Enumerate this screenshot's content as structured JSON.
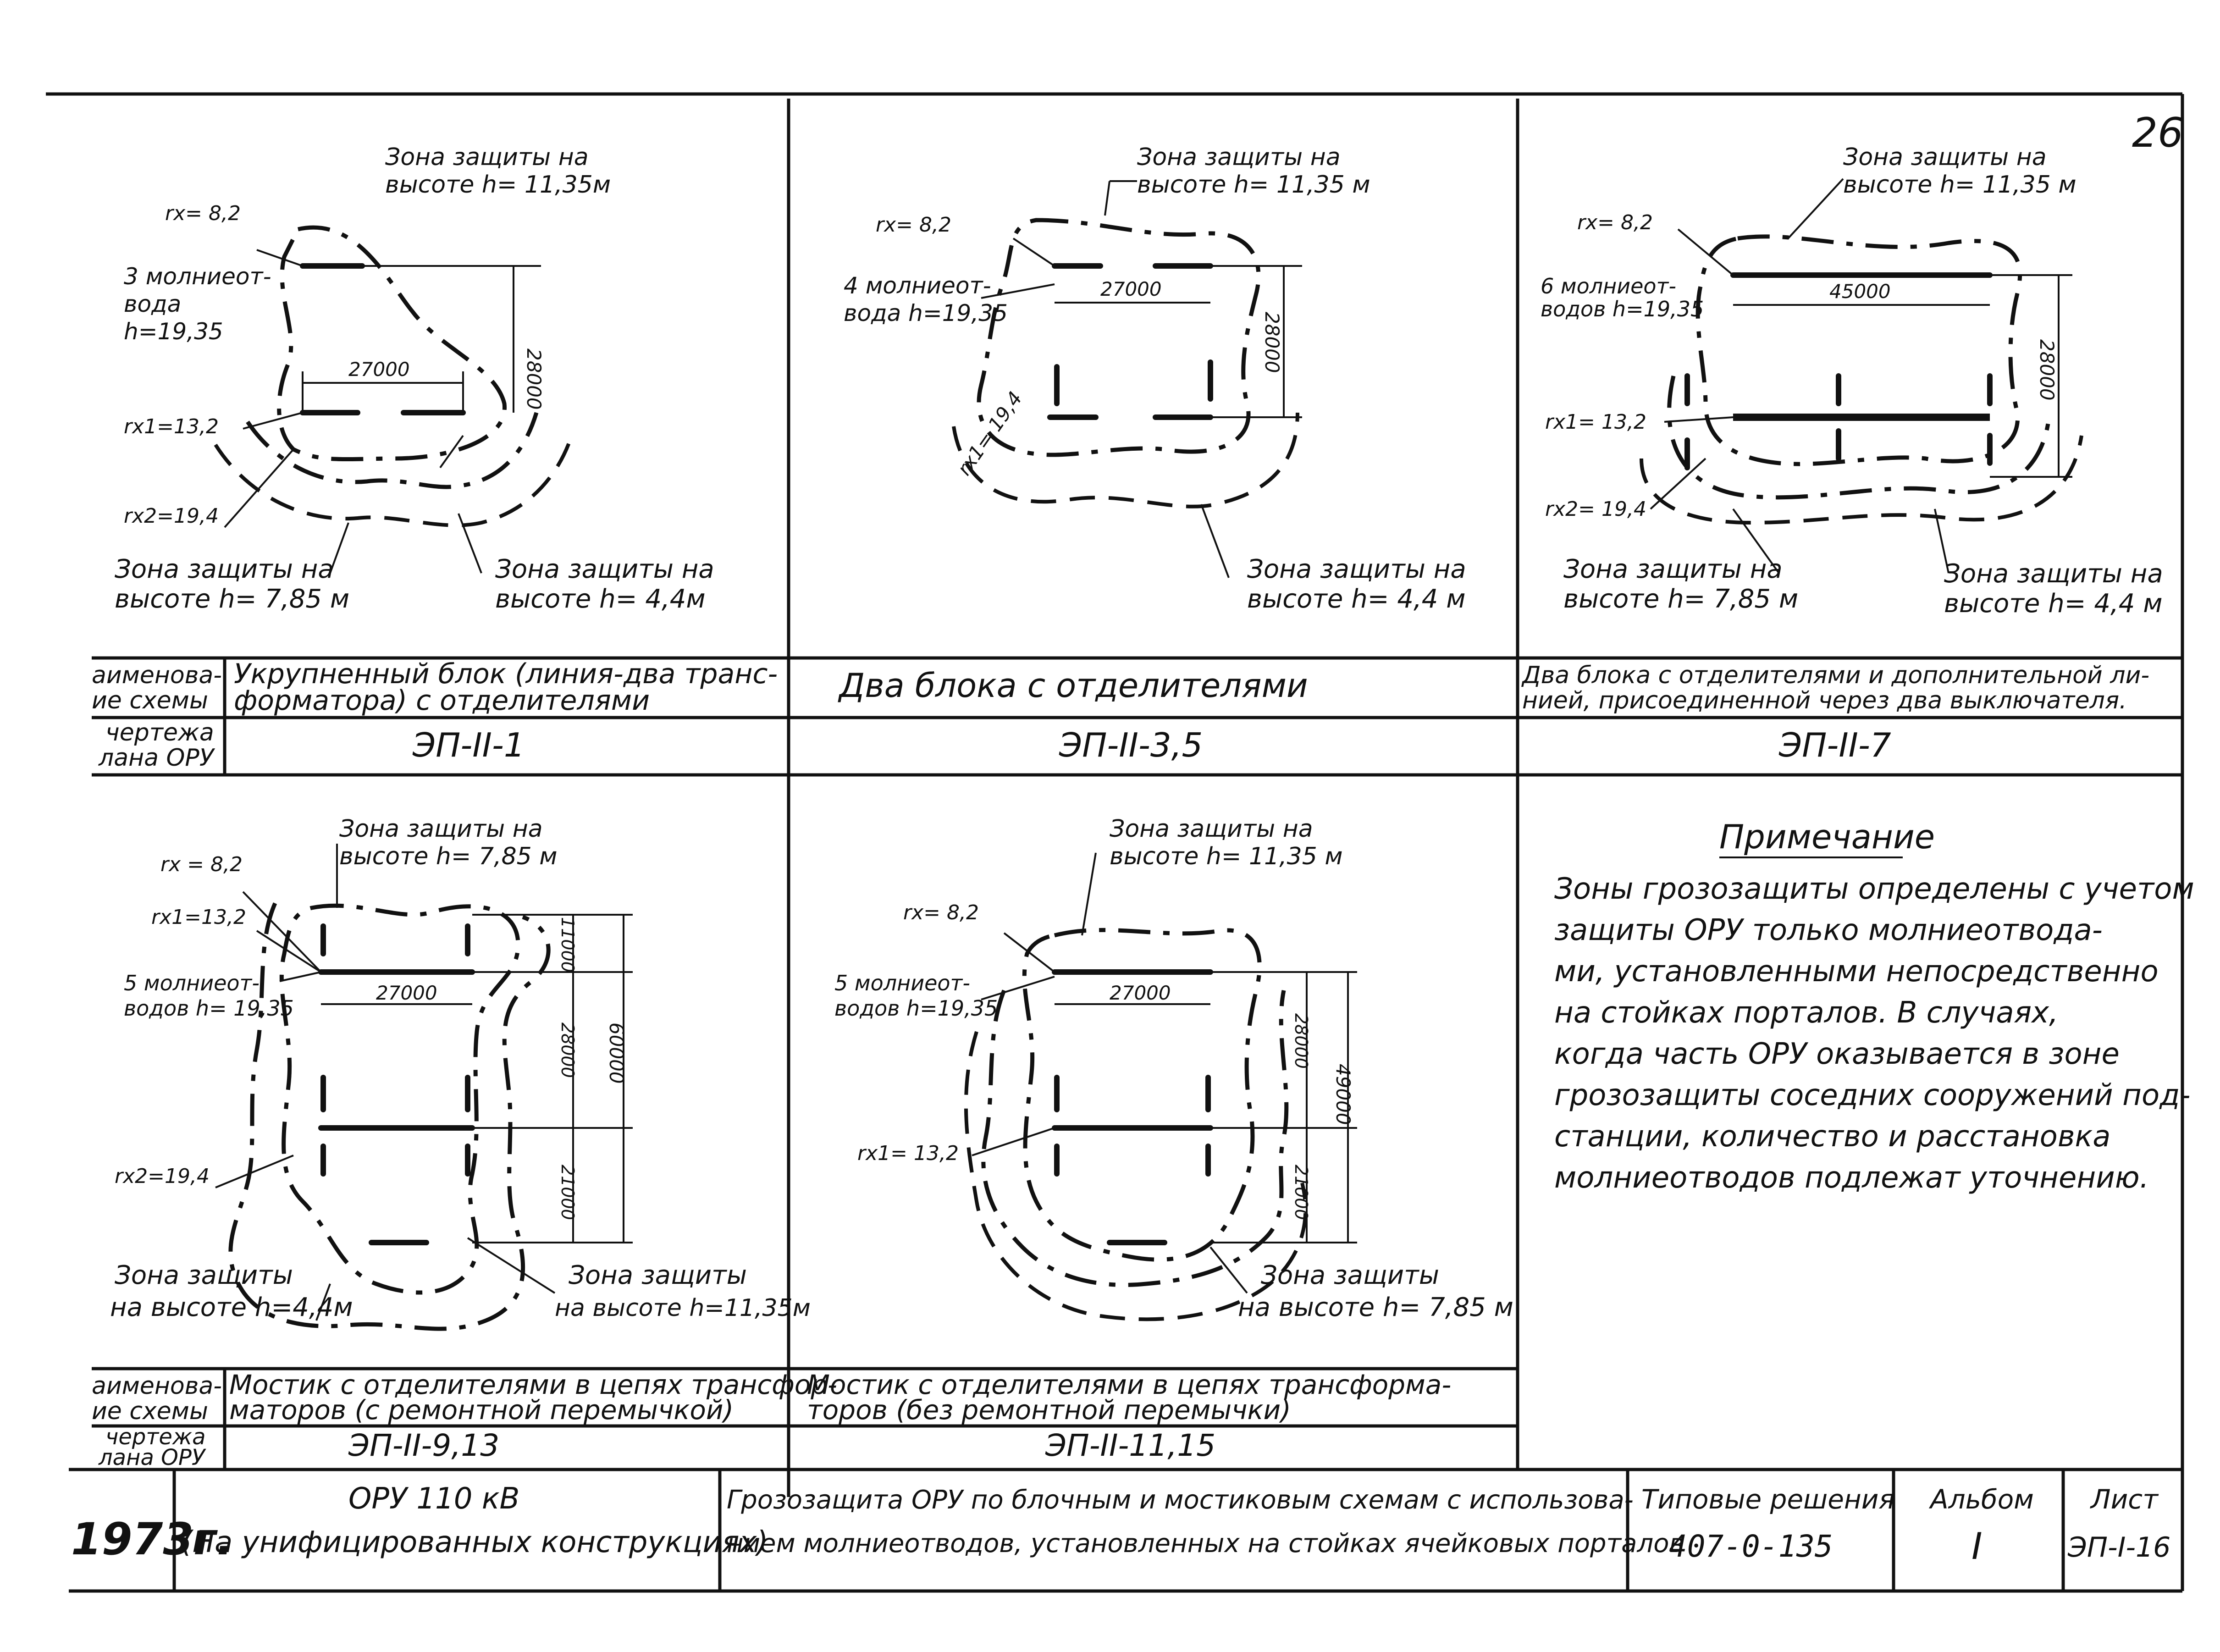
{
  "sheet": {
    "page_number": "26",
    "year": "1973г.",
    "title_block": {
      "object_line1": "ОРУ 110 кВ",
      "object_line2": "(На унифицированных конструкциях)",
      "description_line1": "Грозозащита ОРУ по блочным и мостиковым схемам с использова-",
      "description_line2": "нием молниеотводов, установленных на стойках ячейковых порталов",
      "typical_label": "Типовые решения",
      "typical_value": "407-0-135",
      "album_label": "Альбом",
      "album_value": "I",
      "sheet_label": "Лист",
      "sheet_value": "ЭП-I-16"
    }
  },
  "row_labels": {
    "name_line1": "аименова-",
    "name_line2": "ие схемы",
    "drawing_line1": "чертежа",
    "drawing_line2": "лана ОРУ"
  },
  "schemes_top": [
    {
      "name_line1": "Укрупненный блок (линия-два транс-",
      "name_line2": "форматора) с отделителями",
      "drawing": "ЭП-II-1",
      "labels": {
        "top_zone_line1": "Зона защиты на",
        "top_zone_line2": "высоте h= 11,35м",
        "rx": "rx= 8,2",
        "count_line1": "3 молниеот-",
        "count_line2": "вода",
        "count_line3": "h=19,35",
        "rx1": "rx1=13,2",
        "rx2": "rx2=19,4",
        "dim_a": "27000",
        "dim_b": "28000",
        "zone_left_line1": "Зона защиты на",
        "zone_left_line2": "высоте h= 7,85 м",
        "zone_right_line1": "Зона защиты на",
        "zone_right_line2": "высоте h= 4,4м"
      }
    },
    {
      "name_line1": "Два блока с отделителями",
      "drawing": "ЭП-II-3,5",
      "labels": {
        "top_zone_line1": "Зона защиты на",
        "top_zone_line2": "высоте h= 11,35 м",
        "rx": "rx= 8,2",
        "count_line1": "4 молниеот-",
        "count_line2": "вода h=19,35",
        "rx1": "rx1= 19,4",
        "dim_a": "27000",
        "dim_b": "28000",
        "zone_bottom_line1": "Зона защиты на",
        "zone_bottom_line2": "высоте h= 4,4 м"
      }
    },
    {
      "name_line1": "Два блока с отделителями и дополнительной ли-",
      "name_line2": "нией, присоединенной через два выключателя.",
      "drawing": "ЭП-II-7",
      "labels": {
        "top_zone_line1": "Зона защиты на",
        "top_zone_line2": "высоте h= 11,35 м",
        "rx": "rx= 8,2",
        "count_line1": "6 молниеот-",
        "count_line2": "водов h=19,35",
        "rx1": "rx1= 13,2",
        "rx2": "rx2= 19,4",
        "dim_a": "45000",
        "dim_b": "28000",
        "zone_left_line1": "Зона защиты на",
        "zone_left_line2": "высоте h= 7,85 м",
        "zone_right_line1": "Зона защиты на",
        "zone_right_line2": "высоте h= 4,4 м"
      }
    }
  ],
  "schemes_bottom": [
    {
      "name_line1": "Мостик с отделителями в цепях трансфор-",
      "name_line2": "маторов (с ремонтной перемычкой)",
      "drawing": "ЭП-II-9,13",
      "labels": {
        "top_zone_line1": "Зона защиты на",
        "top_zone_line2": "высоте h= 7,85 м",
        "rx": "rx = 8,2",
        "rx1": "rx1=13,2",
        "count_line1": "5 молниеот-",
        "count_line2": "водов h= 19,35",
        "rx2": "rx2=19,4",
        "dim_a": "27000",
        "dim_b": "11000",
        "dim_c": "28000",
        "dim_d": "21000",
        "dim_e": "60000",
        "zone_left_line1": "Зона защиты",
        "zone_left_line2": "на высоте h=4,4м",
        "zone_right_line1": "Зона защиты",
        "zone_right_line2": "на высоте h=11,35м"
      }
    },
    {
      "name_line1": "Мостик с отделителями в цепях трансформа-",
      "name_line2": "торов (без ремонтной перемычки)",
      "drawing": "ЭП-II-11,15",
      "labels": {
        "top_zone_line1": "Зона защиты на",
        "top_zone_line2": "высоте h= 11,35 м",
        "rx": "rx= 8,2",
        "count_line1": "5 молниеот-",
        "count_line2": "водов h=19,35",
        "rx1": "rx1= 13,2",
        "dim_a": "27000",
        "dim_b": "28000",
        "dim_c": "21000",
        "dim_e": "49000",
        "zone_bottom_line1": "Зона защиты",
        "zone_bottom_line2": "на высоте h= 7,85 м"
      }
    }
  ],
  "note": {
    "heading": "Примечание",
    "lines": [
      "Зоны грозозащиты определены с учетом",
      "защиты ОРУ только молниеотвода-",
      "ми, установленными непосредственно",
      "на стойках порталов. В случаях,",
      "когда часть ОРУ оказывается в зоне",
      "грозозащиты соседних сооружений под-",
      "станции, количество и расстановка",
      "молниеотводов подлежат уточнению."
    ]
  }
}
